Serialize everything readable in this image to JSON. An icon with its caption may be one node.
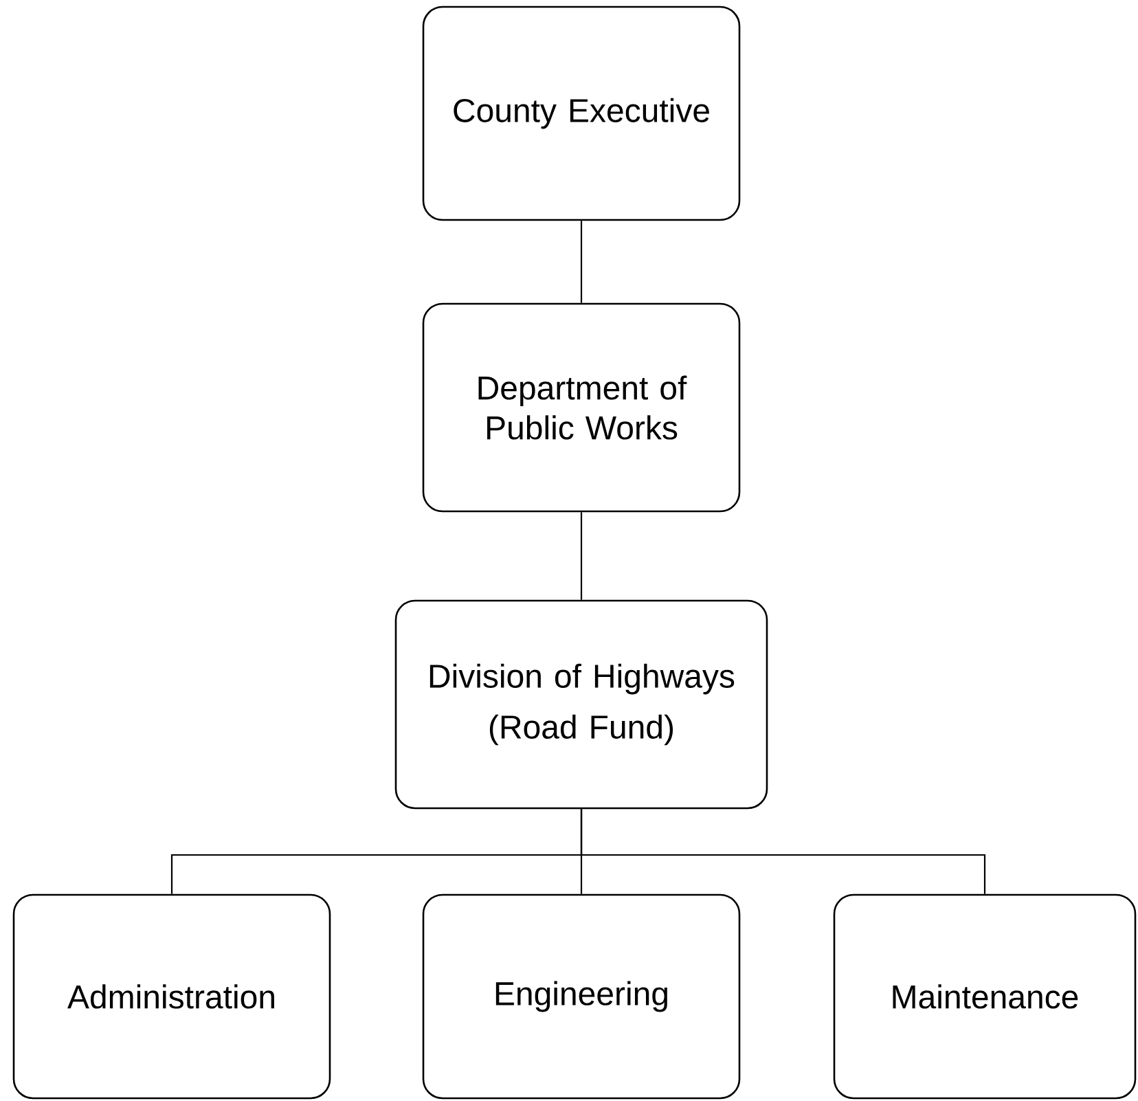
{
  "diagram": {
    "nodes": [
      {
        "text": [
          "County Executive"
        ]
      },
      {
        "text": [
          "Department of Public Works"
        ]
      },
      {
        "text": [
          "Division of Highways",
          "(Road Fund)"
        ]
      },
      {
        "text": [
          "Administration"
        ]
      },
      {
        "text": [
          "Engineering"
        ]
      },
      {
        "text": [
          "Maintenance"
        ]
      }
    ],
    "edges": [
      {
        "from": 0,
        "to": 1,
        "arrow": "none"
      },
      {
        "from": 1,
        "to": 2,
        "arrow": "none"
      },
      {
        "from": 2,
        "to": 3,
        "arrow": "none"
      },
      {
        "from": 2,
        "to": 4,
        "arrow": "none"
      },
      {
        "from": 2,
        "to": 5,
        "arrow": "none"
      }
    ]
  }
}
